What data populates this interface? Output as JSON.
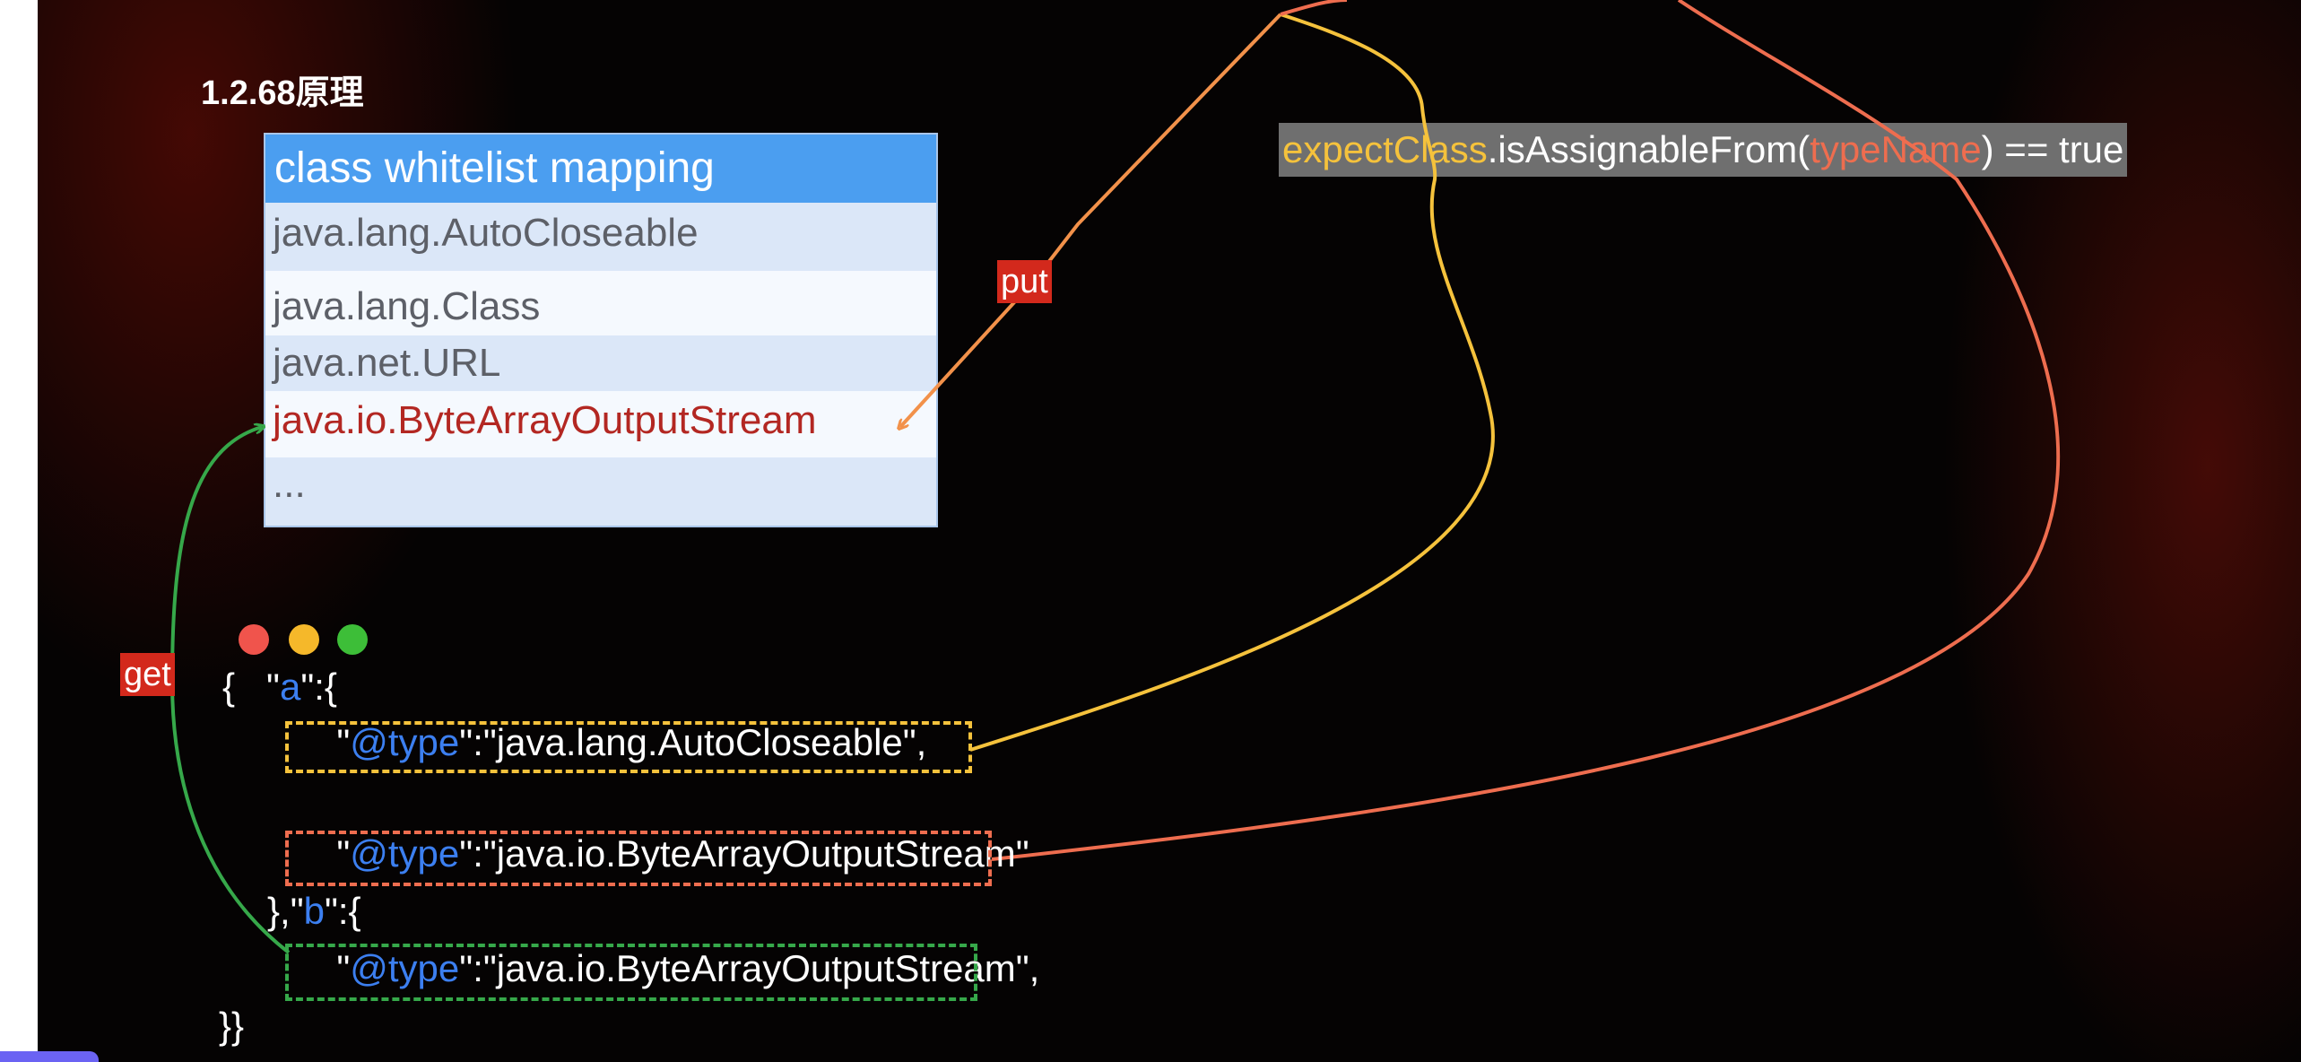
{
  "slide": {
    "title": "1.2.68原理"
  },
  "whitelist": {
    "header": "class whitelist mapping",
    "rows": [
      "java.lang.AutoCloseable",
      "java.lang.Class",
      "java.net.URL",
      "java.io.ByteArrayOutputStream",
      "..."
    ],
    "highlight_color": "#b32722",
    "header_color": "#4b9ef0"
  },
  "expression": {
    "expect_class": "expectClass",
    "middle": ".isAssignableFrom(",
    "type_name": "typeName",
    "tail": ") == true"
  },
  "tags": {
    "put": "put",
    "get": "get"
  },
  "code": {
    "open_brace": "{",
    "key_a": "a",
    "key_a_suffix": "\":{",
    "type_key": "@type",
    "value_autocloseable": "java.lang.AutoCloseable",
    "value_baos": "java.io.ByteArrayOutputStream",
    "close_a": "},\"",
    "key_b": "b",
    "key_b_suffix": "\":{",
    "close_all": "}}"
  },
  "colors": {
    "yellow": "#f5c23c",
    "red": "#ee6d4f",
    "green": "#36a84a",
    "orange_arrow": "#f2914a",
    "key_blue": "#3c7ff0"
  },
  "window_controls": [
    "close-dot",
    "minimize-dot",
    "maximize-dot"
  ]
}
